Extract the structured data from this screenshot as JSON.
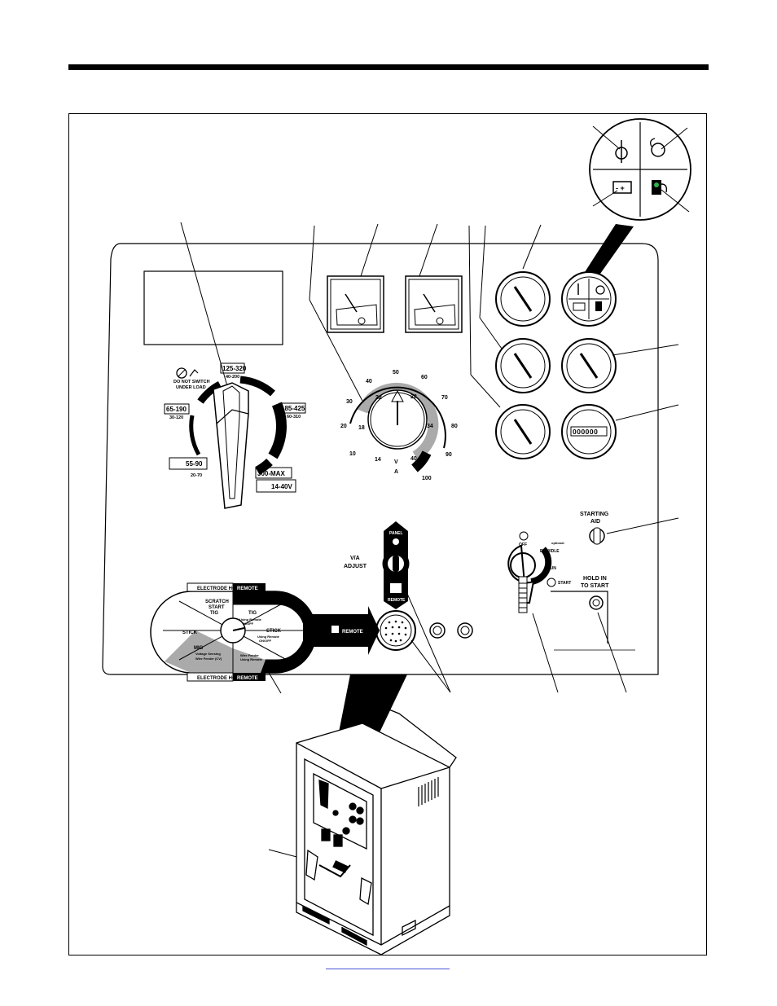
{
  "range_switch": {
    "no_switch_warning": [
      "DO NOT SWITCH",
      "UNDER LOAD"
    ],
    "settings": [
      {
        "main": "125-320",
        "sub": "40-200"
      },
      {
        "main": "185-425",
        "sub": "60-310"
      },
      {
        "main": "65-190",
        "sub": "30-120"
      },
      {
        "main": "55-90",
        "sub": "20-70"
      },
      {
        "main": "300-MAX",
        "sub": ""
      },
      {
        "main": "14-40V",
        "sub": ""
      }
    ]
  },
  "va_dial": {
    "outer_scale": [
      "10",
      "20",
      "30",
      "40",
      "50",
      "60",
      "70",
      "80",
      "90",
      "100"
    ],
    "inner_scale": [
      "14",
      "18",
      "22",
      "28",
      "34",
      "40"
    ],
    "inner_unit": "V",
    "outer_unit": "A"
  },
  "va_adjust": {
    "label": [
      "V/A",
      "ADJUST"
    ],
    "switch_top": "PANEL",
    "switch_bottom": "REMOTE"
  },
  "process_selector": {
    "left_top": "ELECTRODE HOT",
    "left_bottom": "ELECTRODE HOT",
    "right_top": "REMOTE",
    "right_bottom": "REMOTE",
    "scratch_start": [
      "SCRATCH",
      "START",
      "TIG"
    ],
    "stick_left": "STICK",
    "mig": "MIG",
    "mig_sub": [
      "Voltage Sensing",
      "Wire Feeder (CV)"
    ],
    "tig_right": "TIG",
    "tig_right_sub": [
      "Using Remote",
      "ON/OFF"
    ],
    "stick_right": "STICK",
    "stick_right_sub": [
      "Using Remote",
      "ON/OFF"
    ],
    "mig_right_sub": [
      "Wire Feeder",
      "Using Remote"
    ],
    "arrow_label": "REMOTE"
  },
  "engine_switch": {
    "off": "OFF",
    "optional": "optional",
    "run_idle": "RUN/IDLE",
    "run": "RUN",
    "start": "START"
  },
  "hold_in": [
    "HOLD IN",
    "TO START"
  ],
  "starting_aid": [
    "STARTING",
    "AID"
  ],
  "hour_meter": "000000"
}
